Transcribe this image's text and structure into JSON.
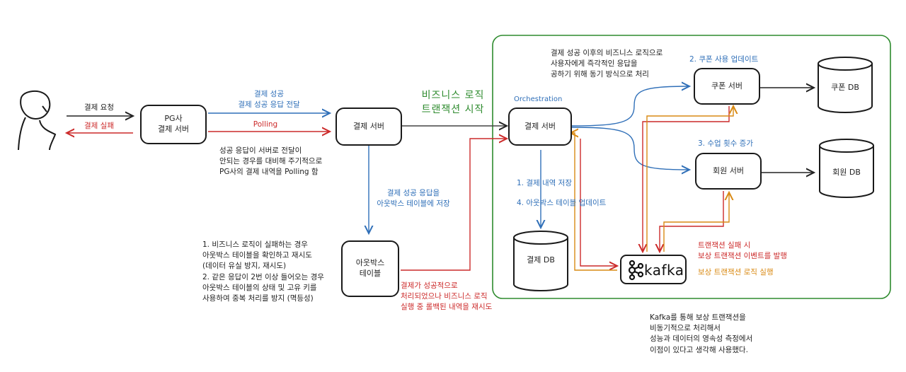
{
  "user": {
    "icon": "person-icon"
  },
  "nodes": {
    "pg_server": "PG사\n결제 서버",
    "pay_server": "결제 서버",
    "orch_server": "결제 서버",
    "outbox_table": "아웃박스\n테이블",
    "coupon_server": "쿠폰 서버",
    "member_server": "회원 서버",
    "pay_db": "결제 DB",
    "coupon_db": "쿠폰 DB",
    "member_db": "회원 DB",
    "kafka": "kafka"
  },
  "labels": {
    "pay_request": "결제 요청",
    "pay_fail": "결제 실패",
    "pay_success_forward": "결제 성공\n결제 성공 응답 전달",
    "polling": "Polling",
    "polling_note": "성공 응답이 서버로 전달이\n안되는 경우를 대비해 주기적으로\nPG사의 결제 내역을 Polling 함",
    "outbox_save": "결제 성공 응답을\n아웃박스 테이블에 저장",
    "outbox_note": "1. 비즈니스 로직이 실패하는 경우\n아웃박스 테이블을 확인하고 재시도\n(데이터 유실 방지, 재시도)\n2. 같은 응답이 2번 이상 들어오는 경우\n아웃박스 테이블의 상태 및 고유 키를\n사용하여 중복 처리를 방지 (멱등성)",
    "retry_note": "결제가 성공적으로\n처리되었으나 비즈니스 로직\n실행 중 롤백된 내역을 재시도",
    "biz_tx_start": "비즈니스 로직\n트랜잭션 시작",
    "orchestration": "Orchestration",
    "sync_note": "결제 성공 이후의 비즈니스 로직으로\n사용자에게 즉각적인 응답을\n공하기 위해 동기 방식으로 처리",
    "coupon_update": "2. 쿠폰 사용 업데이트",
    "member_increase": "3. 수업 횟수 증가",
    "step1": "1. 결제 내역 저장",
    "step4": "4. 아웃박스 테이블 업데이트",
    "tx_fail": "트랜잭션 실패 시\n보상 트랜잭션 이벤트를 발행",
    "comp_exec": "보상 트랜잭션 로직 실행",
    "kafka_note": "Kafka를 통해 보상 트랜잭션을\n비동기적으로 처리해서\n성능과 데이터의 영속성 측정에서\n이점이 있다고 생각해 사용했다."
  },
  "colors": {
    "blue": "#2f6fb8",
    "red": "#cc2a2a",
    "green": "#2e8b2e",
    "orange": "#d98a14",
    "dark": "#222222"
  }
}
